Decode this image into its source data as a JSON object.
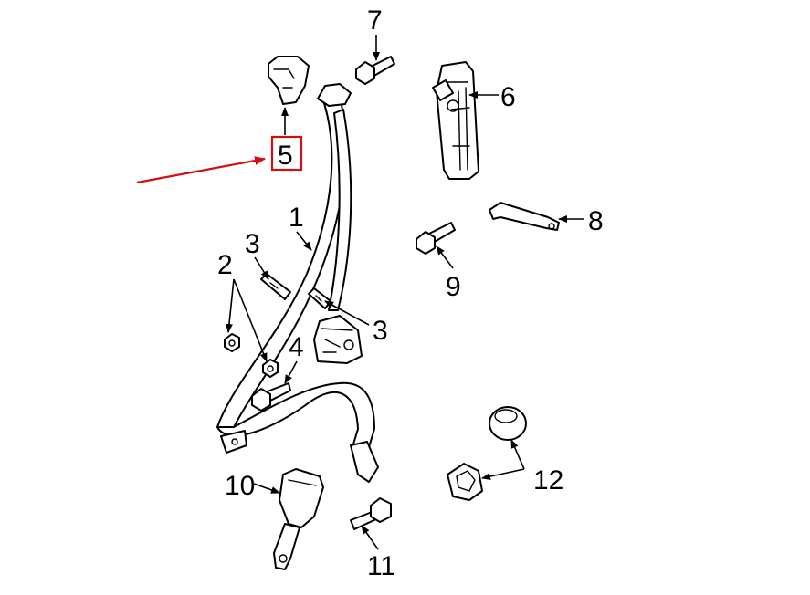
{
  "diagram": {
    "highlight_color": "#d01010",
    "line_color": "#000000",
    "background": "#ffffff",
    "highlighted_callout": "5",
    "callouts": [
      {
        "id": "c1",
        "label": "1"
      },
      {
        "id": "c2",
        "label": "2"
      },
      {
        "id": "c3a",
        "label": "3"
      },
      {
        "id": "c3b",
        "label": "3"
      },
      {
        "id": "c4",
        "label": "4"
      },
      {
        "id": "c5",
        "label": "5"
      },
      {
        "id": "c6",
        "label": "6"
      },
      {
        "id": "c7",
        "label": "7"
      },
      {
        "id": "c8",
        "label": "8"
      },
      {
        "id": "c9",
        "label": "9"
      },
      {
        "id": "c10",
        "label": "10"
      },
      {
        "id": "c11",
        "label": "11"
      },
      {
        "id": "c12",
        "label": "12"
      }
    ]
  }
}
